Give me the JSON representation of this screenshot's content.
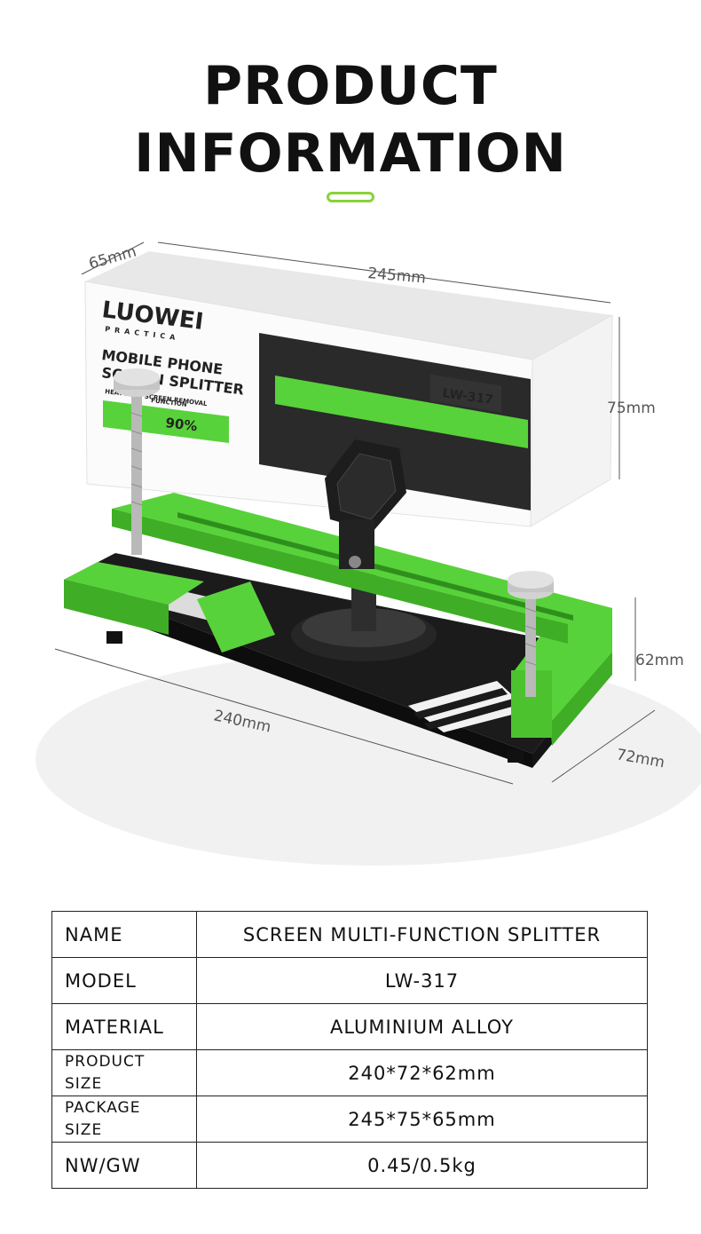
{
  "header": {
    "title_line1": "PRODUCT",
    "title_line2": "INFORMATION",
    "accent_color": "#8ad13a"
  },
  "product_image": {
    "box": {
      "brand": "LUOWEI",
      "brand_sub": "PRACTICA",
      "product_line1": "MOBILE PHONE",
      "product_line2": "SCREEN SPLITTER",
      "feature1": "HEAT FREE SCREEN REMOVAL",
      "feature2": "FUNCTION",
      "badge_text": "90%",
      "model_label": "LW-317"
    },
    "dimensions": {
      "box_depth": "65mm",
      "box_length": "245mm",
      "box_height": "75mm",
      "tool_height": "62mm",
      "tool_length": "240mm",
      "tool_width": "72mm"
    },
    "colors": {
      "green": "#58d23a",
      "dark": "#1b1b1b"
    }
  },
  "specs": [
    {
      "key": "NAME",
      "value": "SCREEN MULTI-FUNCTION SPLITTER"
    },
    {
      "key": "MODEL",
      "value": "LW-317"
    },
    {
      "key": "MATERIAL",
      "value": "ALUMINIUM ALLOY"
    },
    {
      "key_line1": "PRODUCT",
      "key_line2": "SIZE",
      "value": "240*72*62mm"
    },
    {
      "key_line1": "PACKAGE",
      "key_line2": "SIZE",
      "value": "245*75*65mm"
    },
    {
      "key": "NW/GW",
      "value": "0.45/0.5kg"
    }
  ]
}
